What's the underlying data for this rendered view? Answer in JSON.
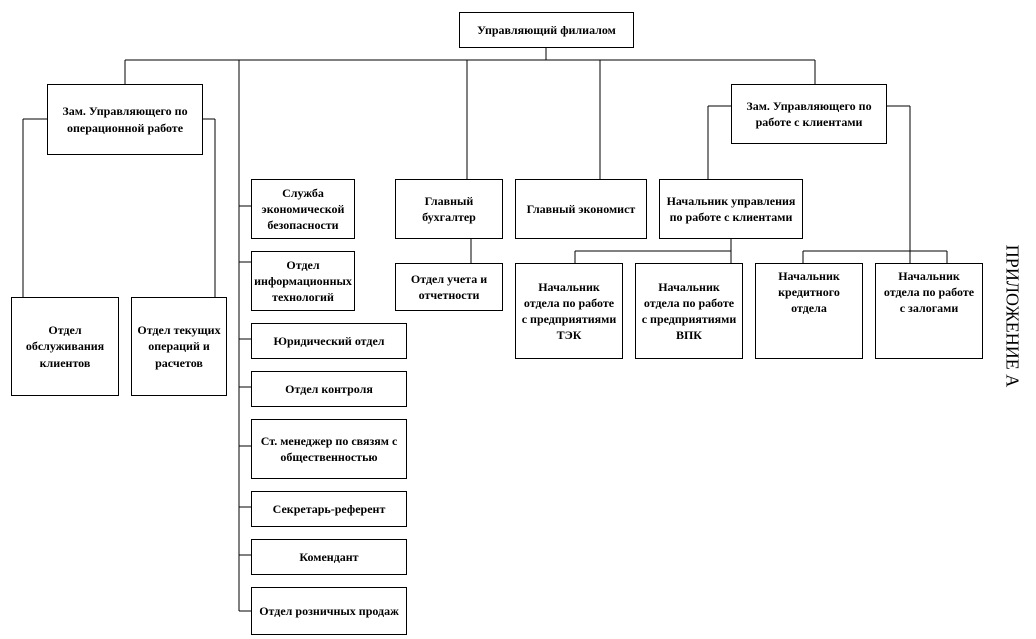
{
  "diagram": {
    "type": "org-chart",
    "side_label": "ПРИЛОЖЕНИЕ А",
    "nodes": {
      "ceo": "Управляющий филиалом",
      "deputy_ops": "Зам. Управляющего по операционной работе",
      "deputy_clients": "Зам. Управляющего по работе с клиентами",
      "client_service": "Отдел обслуживания клиентов",
      "current_ops": "Отдел текущих операций и расчетов",
      "econ_security": "Служба экономической безопасности",
      "it_dept": "Отдел информационных технологий",
      "legal": "Юридический отдел",
      "control": "Отдел контроля",
      "pr_manager": "Ст. менеджер по связям с общественностью",
      "secretary": "Секретарь-референт",
      "commandant": "Комендант",
      "retail_sales": "Отдел розничных продаж",
      "chief_accountant": "Главный бухгалтер",
      "accounting": "Отдел учета и отчетности",
      "chief_economist": "Главный экономист",
      "client_mgmt_head": "Начальник управления по работе с клиентами",
      "tek_head": "Начальник отдела по работе с предприятиями ТЭК",
      "vpk_head": "Начальник отдела по работе с предприятиями ВПК",
      "credit_head": "Начальник кредитного отдела",
      "pledge_head": "Начальник отдела по работе с залогами"
    },
    "edges": [
      [
        "ceo",
        "deputy_ops"
      ],
      [
        "ceo",
        "deputy_clients"
      ],
      [
        "ceo",
        "econ_security"
      ],
      [
        "ceo",
        "it_dept"
      ],
      [
        "ceo",
        "legal"
      ],
      [
        "ceo",
        "control"
      ],
      [
        "ceo",
        "pr_manager"
      ],
      [
        "ceo",
        "secretary"
      ],
      [
        "ceo",
        "commandant"
      ],
      [
        "ceo",
        "retail_sales"
      ],
      [
        "ceo",
        "chief_accountant"
      ],
      [
        "ceo",
        "chief_economist"
      ],
      [
        "deputy_ops",
        "client_service"
      ],
      [
        "deputy_ops",
        "current_ops"
      ],
      [
        "chief_accountant",
        "accounting"
      ],
      [
        "deputy_clients",
        "client_mgmt_head"
      ],
      [
        "deputy_clients",
        "credit_head"
      ],
      [
        "deputy_clients",
        "pledge_head"
      ],
      [
        "client_mgmt_head",
        "tek_head"
      ],
      [
        "client_mgmt_head",
        "vpk_head"
      ]
    ]
  }
}
